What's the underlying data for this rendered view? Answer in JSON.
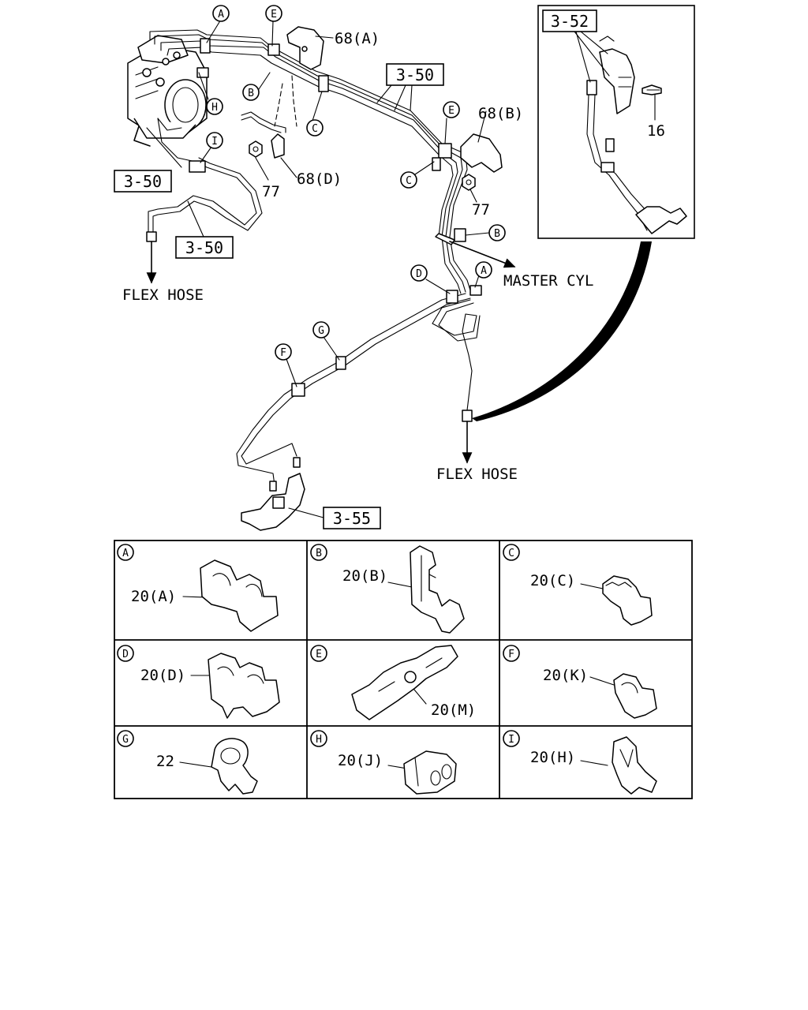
{
  "main_labels": {
    "ref_3_50_top": "3-50",
    "ref_3_50_left": "3-50",
    "ref_3_50_bottom": "3-50",
    "ref_3_55": "3-55",
    "ref_3_52": "3-52",
    "part_68a": "68(A)",
    "part_68b": "68(B)",
    "part_68d": "68(D)",
    "part_77_left": "77",
    "part_77_right": "77",
    "part_16": "16",
    "flex_hose_left": "FLEX HOSE",
    "flex_hose_bottom": "FLEX HOSE",
    "master_cyl": "MASTER CYL"
  },
  "callouts": {
    "a_top": "A",
    "e_top": "E",
    "h": "H",
    "b_left": "B",
    "c_left": "C",
    "i": "I",
    "e_right": "E",
    "c_right": "C",
    "b_right": "B",
    "a_mid": "A",
    "d": "D",
    "g": "G",
    "f": "F"
  },
  "clip_table": [
    {
      "letter": "A",
      "part": "20(A)"
    },
    {
      "letter": "B",
      "part": "20(B)"
    },
    {
      "letter": "C",
      "part": "20(C)"
    },
    {
      "letter": "D",
      "part": "20(D)"
    },
    {
      "letter": "E",
      "part": "20(M)"
    },
    {
      "letter": "F",
      "part": "20(K)"
    },
    {
      "letter": "G",
      "part": "22"
    },
    {
      "letter": "H",
      "part": "20(J)"
    },
    {
      "letter": "I",
      "part": "20(H)"
    }
  ]
}
